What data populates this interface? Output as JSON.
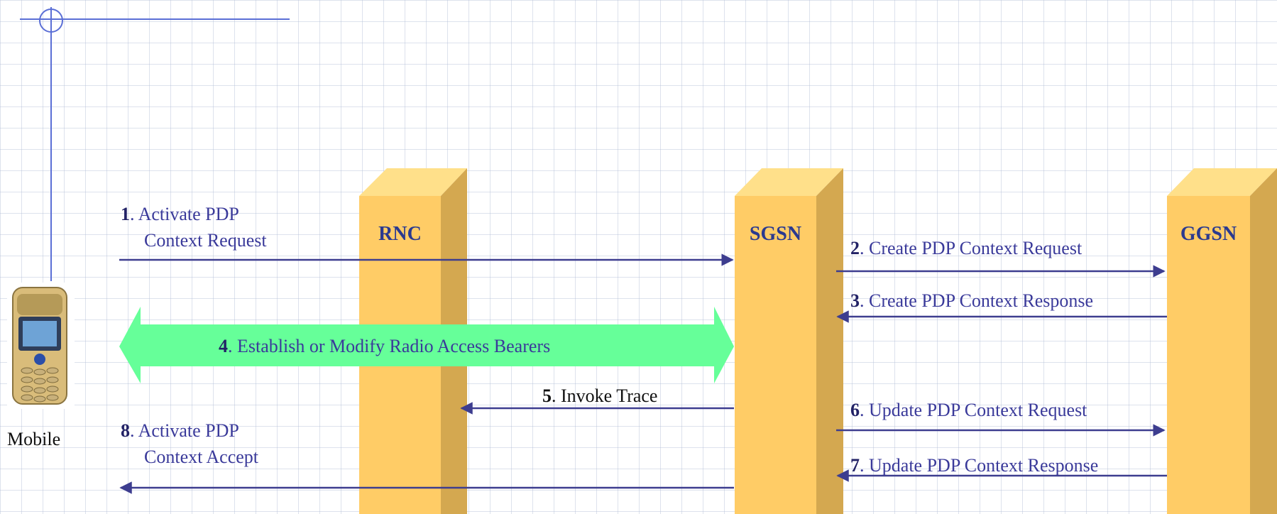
{
  "nodes": {
    "rnc": "RNC",
    "sgsn": "SGSN",
    "ggsn": "GGSN",
    "mobile": "Mobile"
  },
  "messages": [
    {
      "num": "1",
      "line1": ". Activate PDP",
      "line2": "Context Request"
    },
    {
      "num": "2",
      "text": ". Create PDP Context Request"
    },
    {
      "num": "3",
      "text": ". Create PDP Context Response"
    },
    {
      "num": "4",
      "text": ". Establish or Modify Radio Access Bearers"
    },
    {
      "num": "5",
      "text": ". Invoke Trace"
    },
    {
      "num": "6",
      "text": ". Update PDP Context Request"
    },
    {
      "num": "7",
      "text": ". Update PDP Context Response"
    },
    {
      "num": "8",
      "line1": ". Activate PDP",
      "line2": "Context Accept"
    }
  ],
  "colors": {
    "node_front": "#ffcc66",
    "node_side": "#d4a850",
    "node_top": "#ffe08a",
    "arrow": "#3d3d8f",
    "bearer_arrow": "#66ff99",
    "text_blue": "#3a3a9a"
  }
}
